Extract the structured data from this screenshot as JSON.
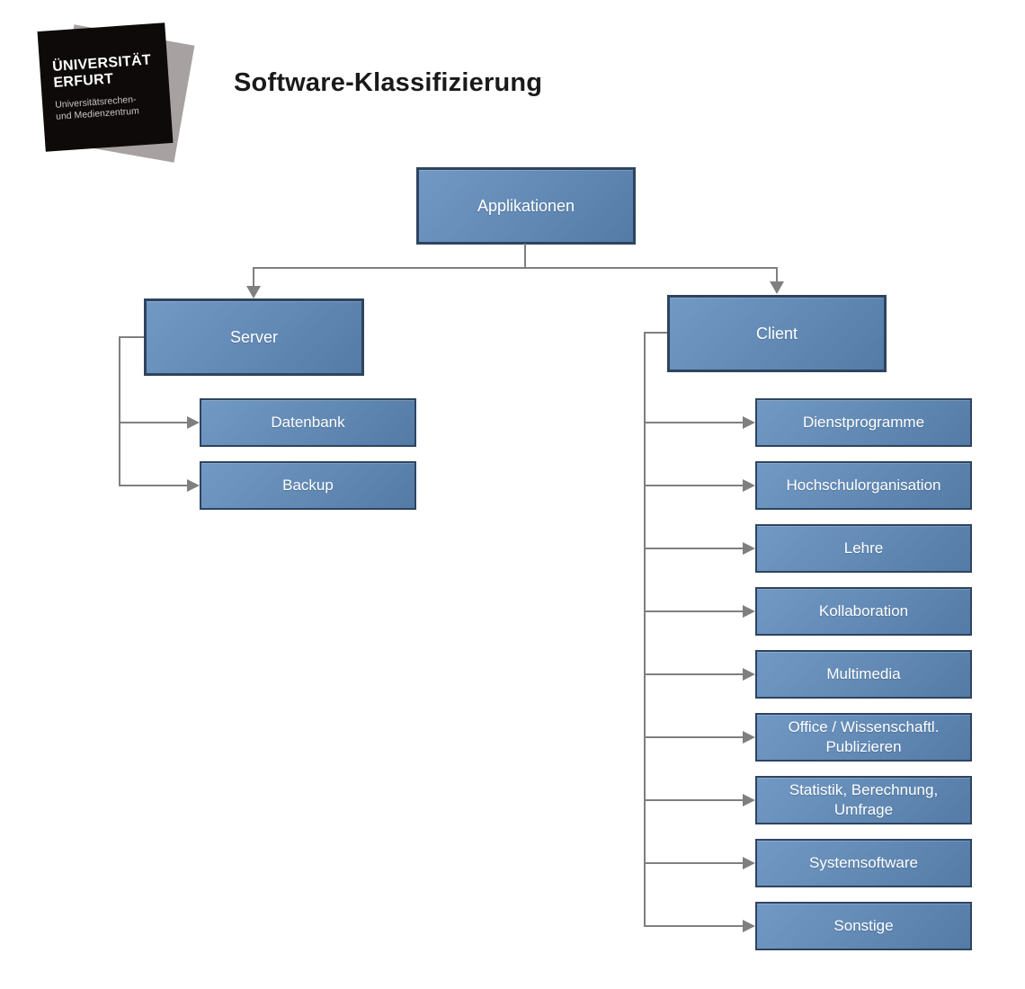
{
  "logo": {
    "name_line1": "ÜNIVERSITÄT",
    "name_line2": "ERFURT",
    "dept_line1": "Universitätsrechen-",
    "dept_line2": "und Medienzentrum"
  },
  "page_title": "Software-Klassifizierung",
  "diagram": {
    "root": {
      "label": "Applikationen"
    },
    "server": {
      "label": "Server",
      "children": [
        {
          "label": "Datenbank"
        },
        {
          "label": "Backup"
        }
      ]
    },
    "client": {
      "label": "Client",
      "children": [
        {
          "label": "Dienstprogramme"
        },
        {
          "label": "Hochschulorganisation"
        },
        {
          "label": "Lehre"
        },
        {
          "label": "Kollaboration"
        },
        {
          "label": "Multimedia"
        },
        {
          "label": "Office / Wissenschaftl. Publizieren"
        },
        {
          "label": "Statistik, Berechnung, Umfrage"
        },
        {
          "label": "Systemsoftware"
        },
        {
          "label": "Sonstige"
        }
      ]
    }
  },
  "colors": {
    "box_fill_light": "#7299c4",
    "box_fill_mid": "#6189b4",
    "box_fill_dark": "#547ba6",
    "box_border": "#2e4460",
    "connector": "#7f7f7f"
  }
}
